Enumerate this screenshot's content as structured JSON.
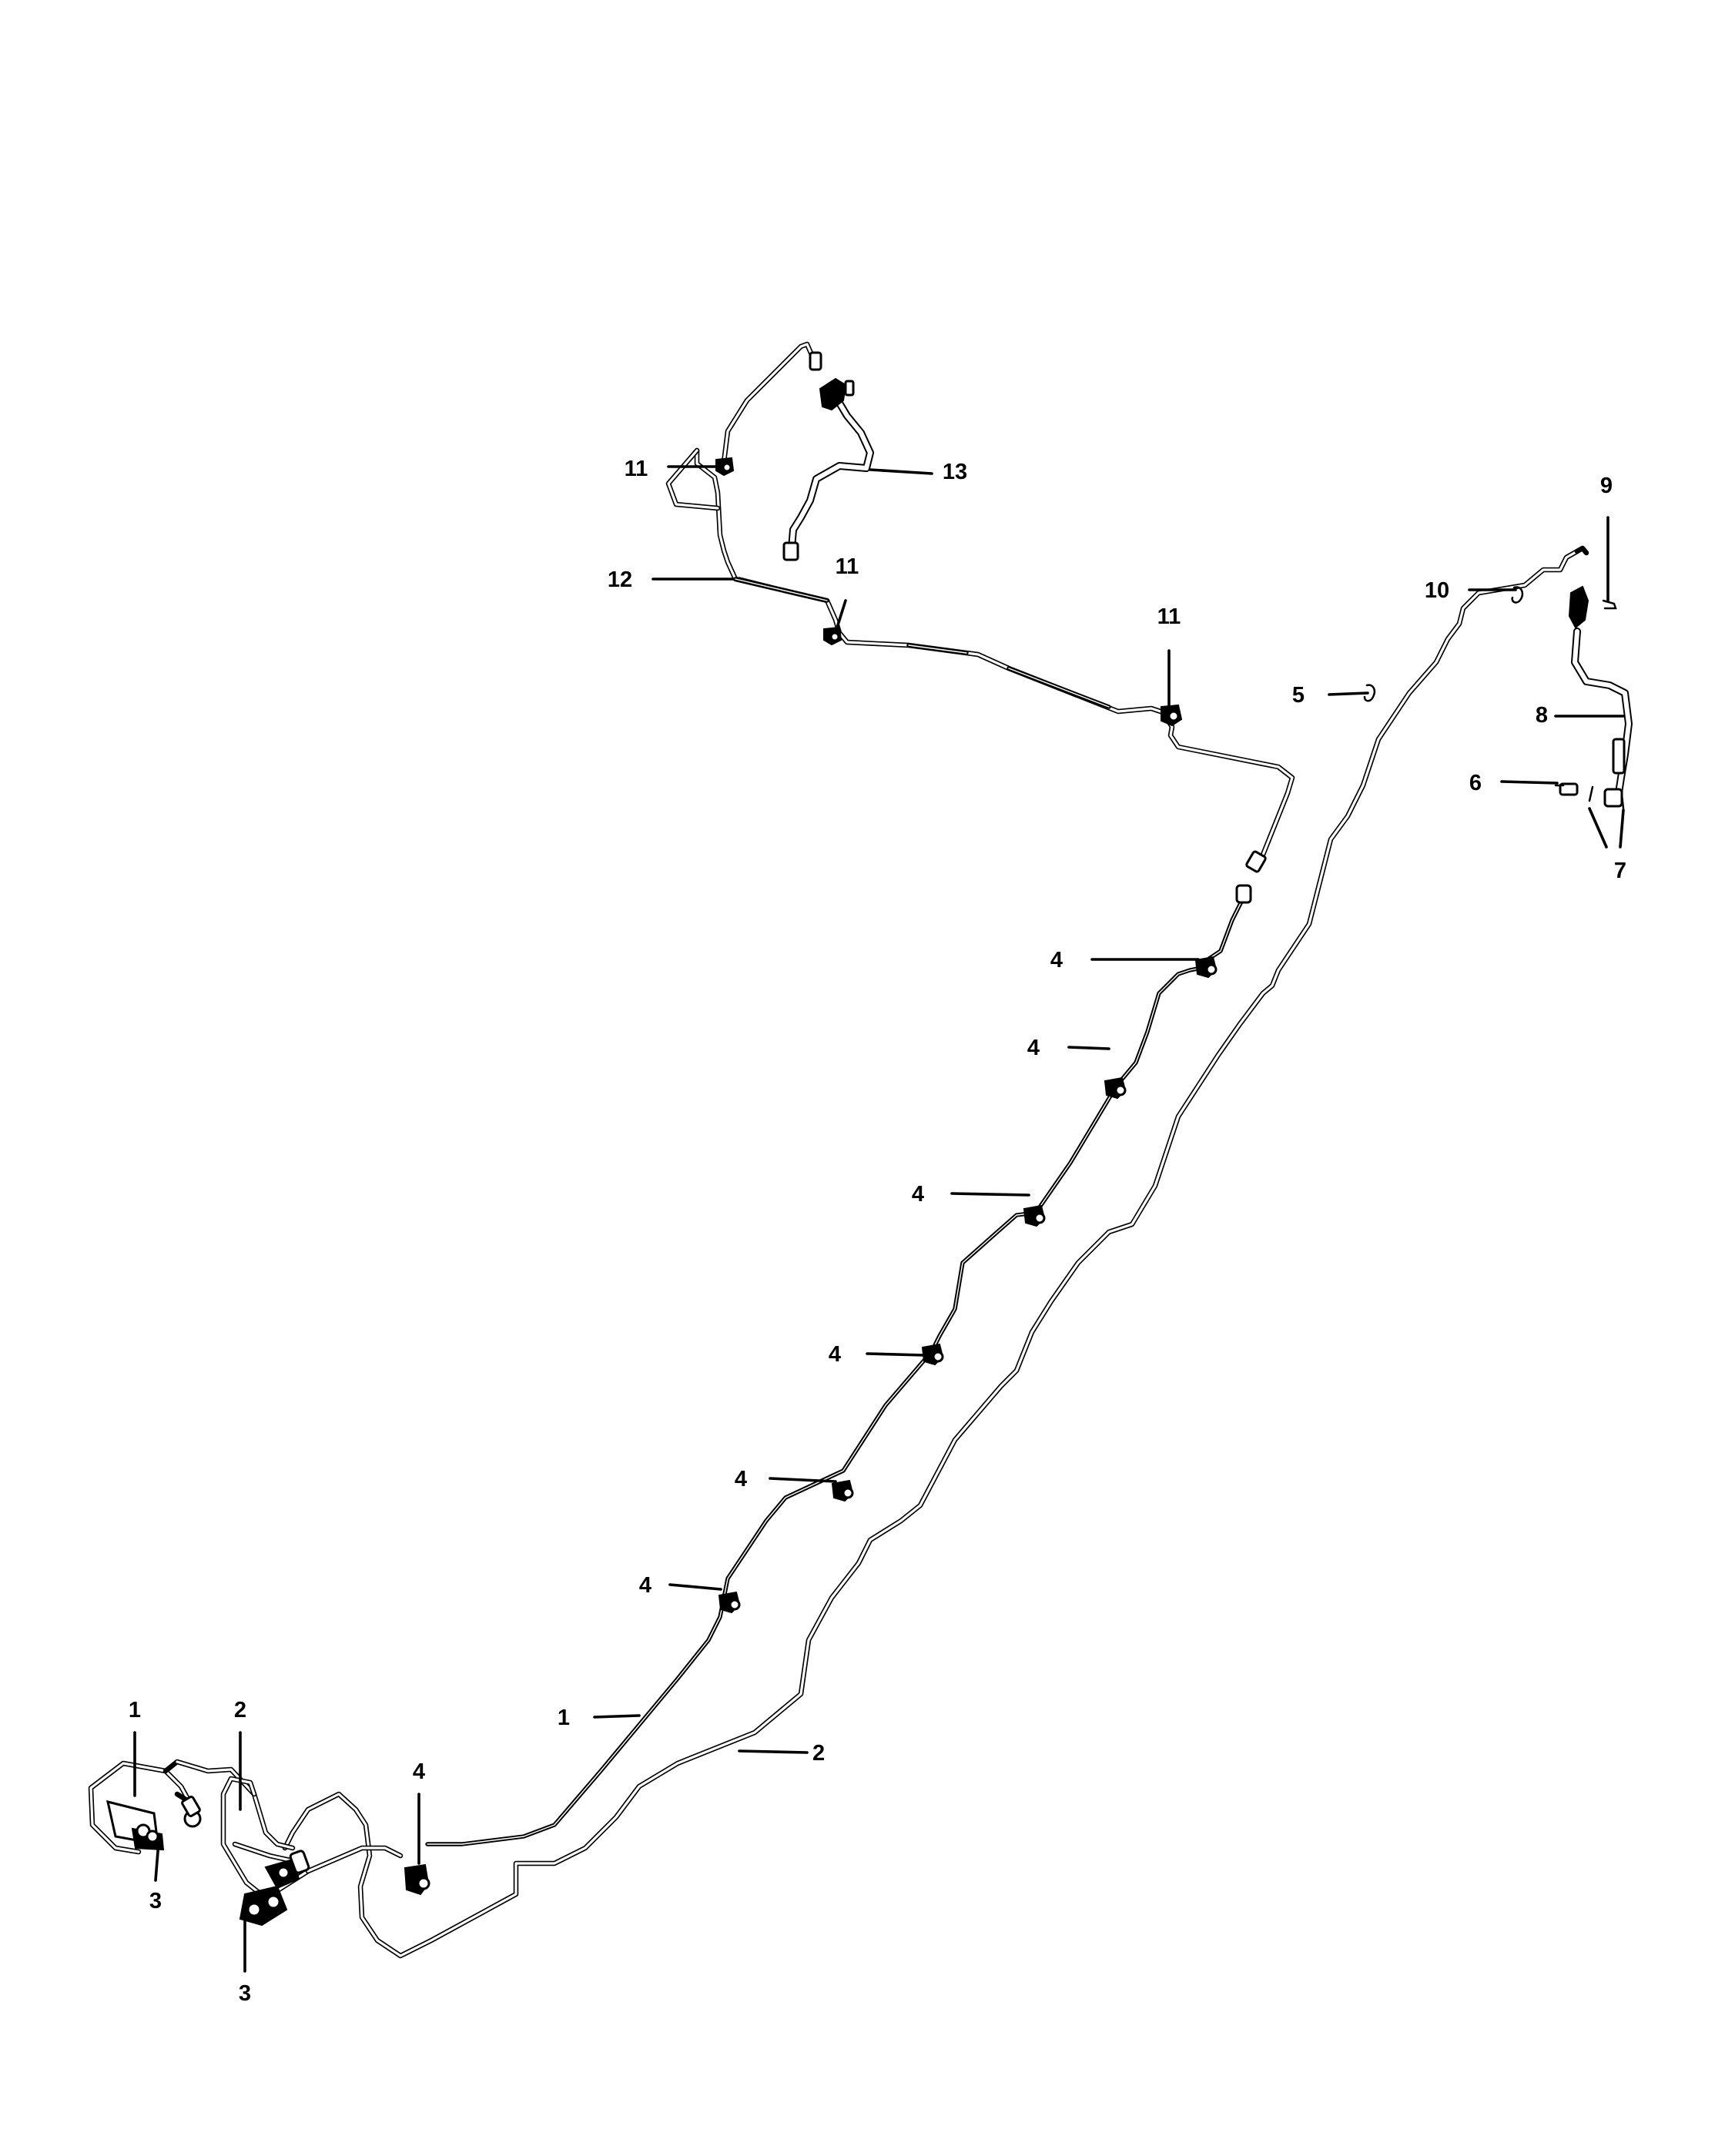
{
  "diagram": {
    "callouts": {
      "c1_upper": "1",
      "c1_lower": "1",
      "c2_upper": "2",
      "c2_lower": "2",
      "c3_upper": "3",
      "c3_lower": "3",
      "c4_a": "4",
      "c4_b": "4",
      "c4_c": "4",
      "c4_d": "4",
      "c4_e": "4",
      "c4_f": "4",
      "c4_g": "4",
      "c5": "5",
      "c6": "6",
      "c7": "7",
      "c8": "8",
      "c9": "9",
      "c10": "10",
      "c11_a": "11",
      "c11_b": "11",
      "c11_c": "11",
      "c12": "12",
      "c13": "13"
    }
  }
}
